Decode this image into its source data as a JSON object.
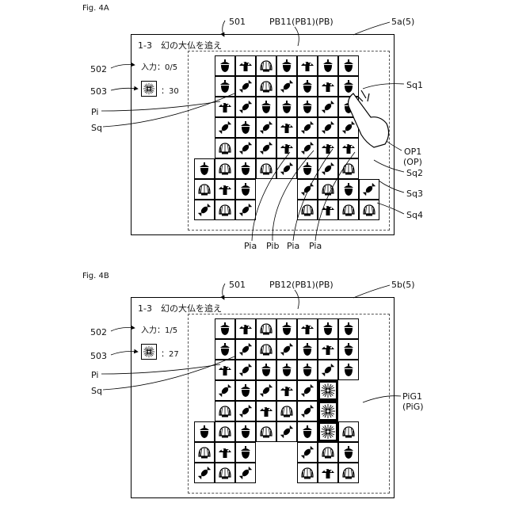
{
  "figures": [
    {
      "fig_label": "Fig. 4A",
      "screen": {
        "title": "1-3　幻の大仏を追え",
        "input_label": "入力：0/5",
        "item_count": "：30",
        "item_icon": "star-burst-icon"
      },
      "refs": {
        "r501": "501",
        "pb": "PB11(PB1)(PB)",
        "screen5": "5a(5)",
        "r502": "502",
        "r503": "503",
        "pi": "Pi",
        "sq": "Sq",
        "sq1": "Sq1",
        "op1": "OP1",
        "op": "(OP)",
        "sq2": "Sq2",
        "sq3": "Sq3",
        "sq4": "Sq4",
        "pia1": "Pia",
        "pib": "Pib",
        "pia2": "Pia",
        "pia3": "Pia"
      },
      "grid": [
        [
          "",
          "acorn",
          "mushroom",
          "shell",
          "acorn",
          "mushroom",
          "acorn",
          "acorn",
          ""
        ],
        [
          "",
          "acorn",
          "candy",
          "shell",
          "candy",
          "acorn",
          "mushroom",
          "acorn",
          ""
        ],
        [
          "",
          "mushroom",
          "candy",
          "acorn",
          "acorn",
          "acorn",
          "candy",
          "acorn",
          ""
        ],
        [
          "",
          "candy",
          "acorn",
          "candy",
          "mushroom",
          "candy",
          "candy",
          "candy",
          ""
        ],
        [
          "",
          "shell",
          "candy",
          "candy",
          "mushroom",
          "candy",
          "mushroom",
          "mushroom",
          ""
        ],
        [
          "acorn",
          "shell",
          "acorn",
          "shell",
          "candy",
          "acorn",
          "candy",
          "shell",
          ""
        ],
        [
          "shell",
          "mushroom",
          "acorn",
          "",
          "",
          "candy",
          "shell",
          "acorn",
          "candy"
        ],
        [
          "candy",
          "shell",
          "candy",
          "",
          "",
          "shell",
          "mushroom",
          "shell",
          "shell"
        ]
      ]
    },
    {
      "fig_label": "Fig. 4B",
      "screen": {
        "title": "1-3　幻の大仏を追え",
        "input_label": "入力：1/5",
        "item_count": "：27",
        "item_icon": "star-burst-icon"
      },
      "refs": {
        "r501": "501",
        "pb": "PB12(PB1)(PB)",
        "screen5": "5b(5)",
        "r502": "502",
        "r503": "503",
        "pi": "Pi",
        "sq": "Sq",
        "pig1": "PiG1",
        "pig": "(PiG)"
      },
      "grid": [
        [
          "",
          "acorn",
          "mushroom",
          "shell",
          "acorn",
          "mushroom",
          "acorn",
          "acorn",
          ""
        ],
        [
          "",
          "acorn",
          "candy",
          "shell",
          "candy",
          "acorn",
          "mushroom",
          "acorn",
          ""
        ],
        [
          "",
          "mushroom",
          "candy",
          "acorn",
          "acorn",
          "acorn",
          "candy",
          "acorn",
          ""
        ],
        [
          "",
          "candy",
          "acorn",
          "candy",
          "mushroom",
          "candy",
          "star",
          "",
          ""
        ],
        [
          "",
          "shell",
          "candy",
          "mushroom",
          "shell",
          "candy",
          "star",
          "",
          ""
        ],
        [
          "acorn",
          "shell",
          "acorn",
          "shell",
          "candy",
          "acorn",
          "star",
          "shell",
          ""
        ],
        [
          "shell",
          "mushroom",
          "acorn",
          "",
          "",
          "candy",
          "shell",
          "acorn",
          ""
        ],
        [
          "candy",
          "shell",
          "candy",
          "",
          "",
          "shell",
          "mushroom",
          "shell",
          ""
        ]
      ]
    }
  ]
}
